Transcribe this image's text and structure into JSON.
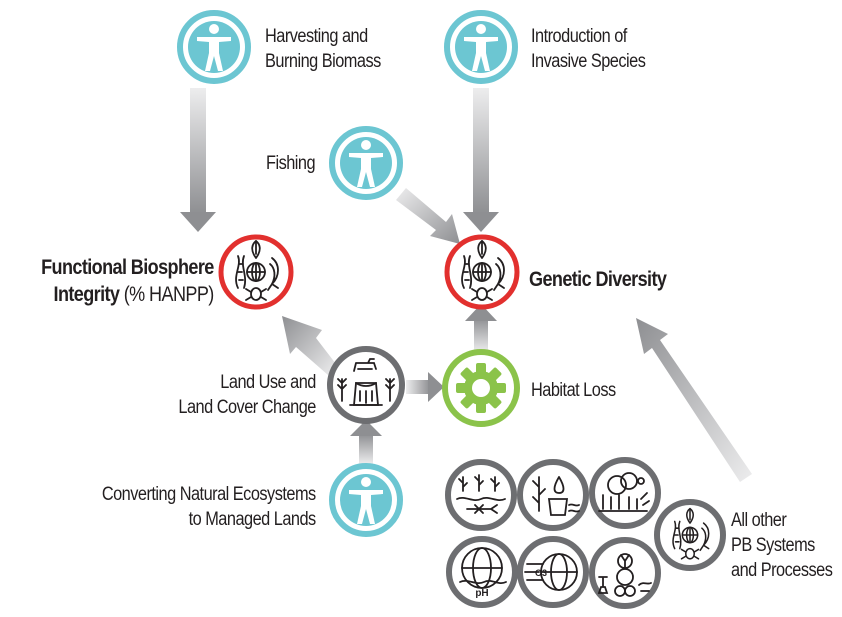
{
  "colors": {
    "human_node": "#6cc6d2",
    "biosphere_node": "#e2302e",
    "habitat_node": "#8bc34a",
    "landuse_node": "#6d6e71",
    "arrow": "#9a9b9e",
    "text": "#231f20"
  },
  "nodes": {
    "harvesting": {
      "icon": "human-figure-icon",
      "line1": "Harvesting and",
      "line2": "Burning Biomass"
    },
    "invasive": {
      "icon": "human-figure-icon",
      "line1": "Introduction of",
      "line2": "Invasive Species"
    },
    "fishing": {
      "icon": "human-figure-icon",
      "label": "Fishing"
    },
    "converting": {
      "icon": "human-figure-icon",
      "line1": "Converting Natural Ecosystems",
      "line2": "to Managed Lands"
    },
    "functional": {
      "icon": "biosphere-icon",
      "line1": "Functional Biosphere",
      "line2_bold": "Integrity",
      "line2_rest": " (% HANPP)"
    },
    "genetic": {
      "icon": "biosphere-icon",
      "label": "Genetic Diversity"
    },
    "land_use": {
      "icon": "land-use-icon",
      "line1": "Land Use and",
      "line2": "Land Cover Change"
    },
    "habitat": {
      "icon": "gear-icon",
      "label": "Habitat Loss"
    },
    "other": {
      "line1": "All other",
      "line2": "PB Systems",
      "line3": "and Processes",
      "icons": [
        "freshwater-icon",
        "water-cycle-icon",
        "forest-icon",
        "biosphere-icon",
        "ocean-acidification-icon",
        "ozone-icon",
        "novel-entities-icon"
      ],
      "icon_texts": {
        "ph": "pH",
        "o3": "O3"
      }
    }
  }
}
